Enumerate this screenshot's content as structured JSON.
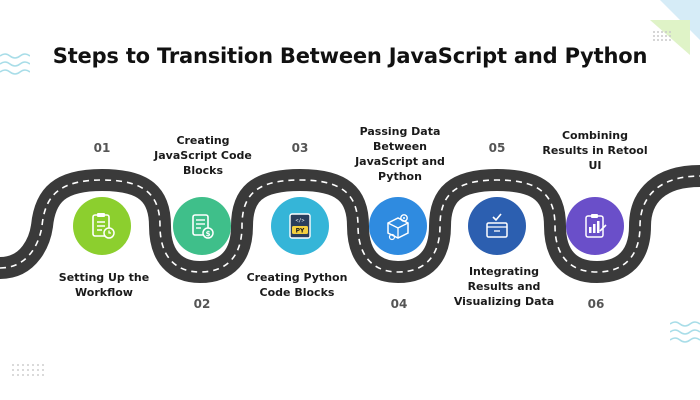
{
  "title": "Steps to Transition Between JavaScript and Python",
  "steps": [
    {
      "num": "01",
      "label": "Setting Up the\nWorkflow",
      "color": "#8ccf2e",
      "icon": "checklist-clock-icon"
    },
    {
      "num": "02",
      "label": "Creating\nJavaScript Code\nBlocks",
      "color": "#3fbf8a",
      "icon": "document-coin-icon"
    },
    {
      "num": "03",
      "label": "Creating Python\nCode Blocks",
      "color": "#35b5d8",
      "icon": "python-file-icon",
      "badge": "PY"
    },
    {
      "num": "04",
      "label": "Passing Data\nBetween\nJavaScript and\nPython",
      "color": "#2f8be0",
      "icon": "box-gear-icon"
    },
    {
      "num": "05",
      "label": "Integrating\nResults and\nVisualizing Data",
      "color": "#2c5fb0",
      "icon": "box-check-icon"
    },
    {
      "num": "06",
      "label": "Combining\nResults in Retool\nUI",
      "color": "#6a4fc9",
      "icon": "clipboard-chart-icon"
    }
  ],
  "colors": {
    "road": "#3a3a3a",
    "lane": "#ffffff",
    "accent_light": "#d6ecf7",
    "accent_green": "#dff3c7"
  }
}
